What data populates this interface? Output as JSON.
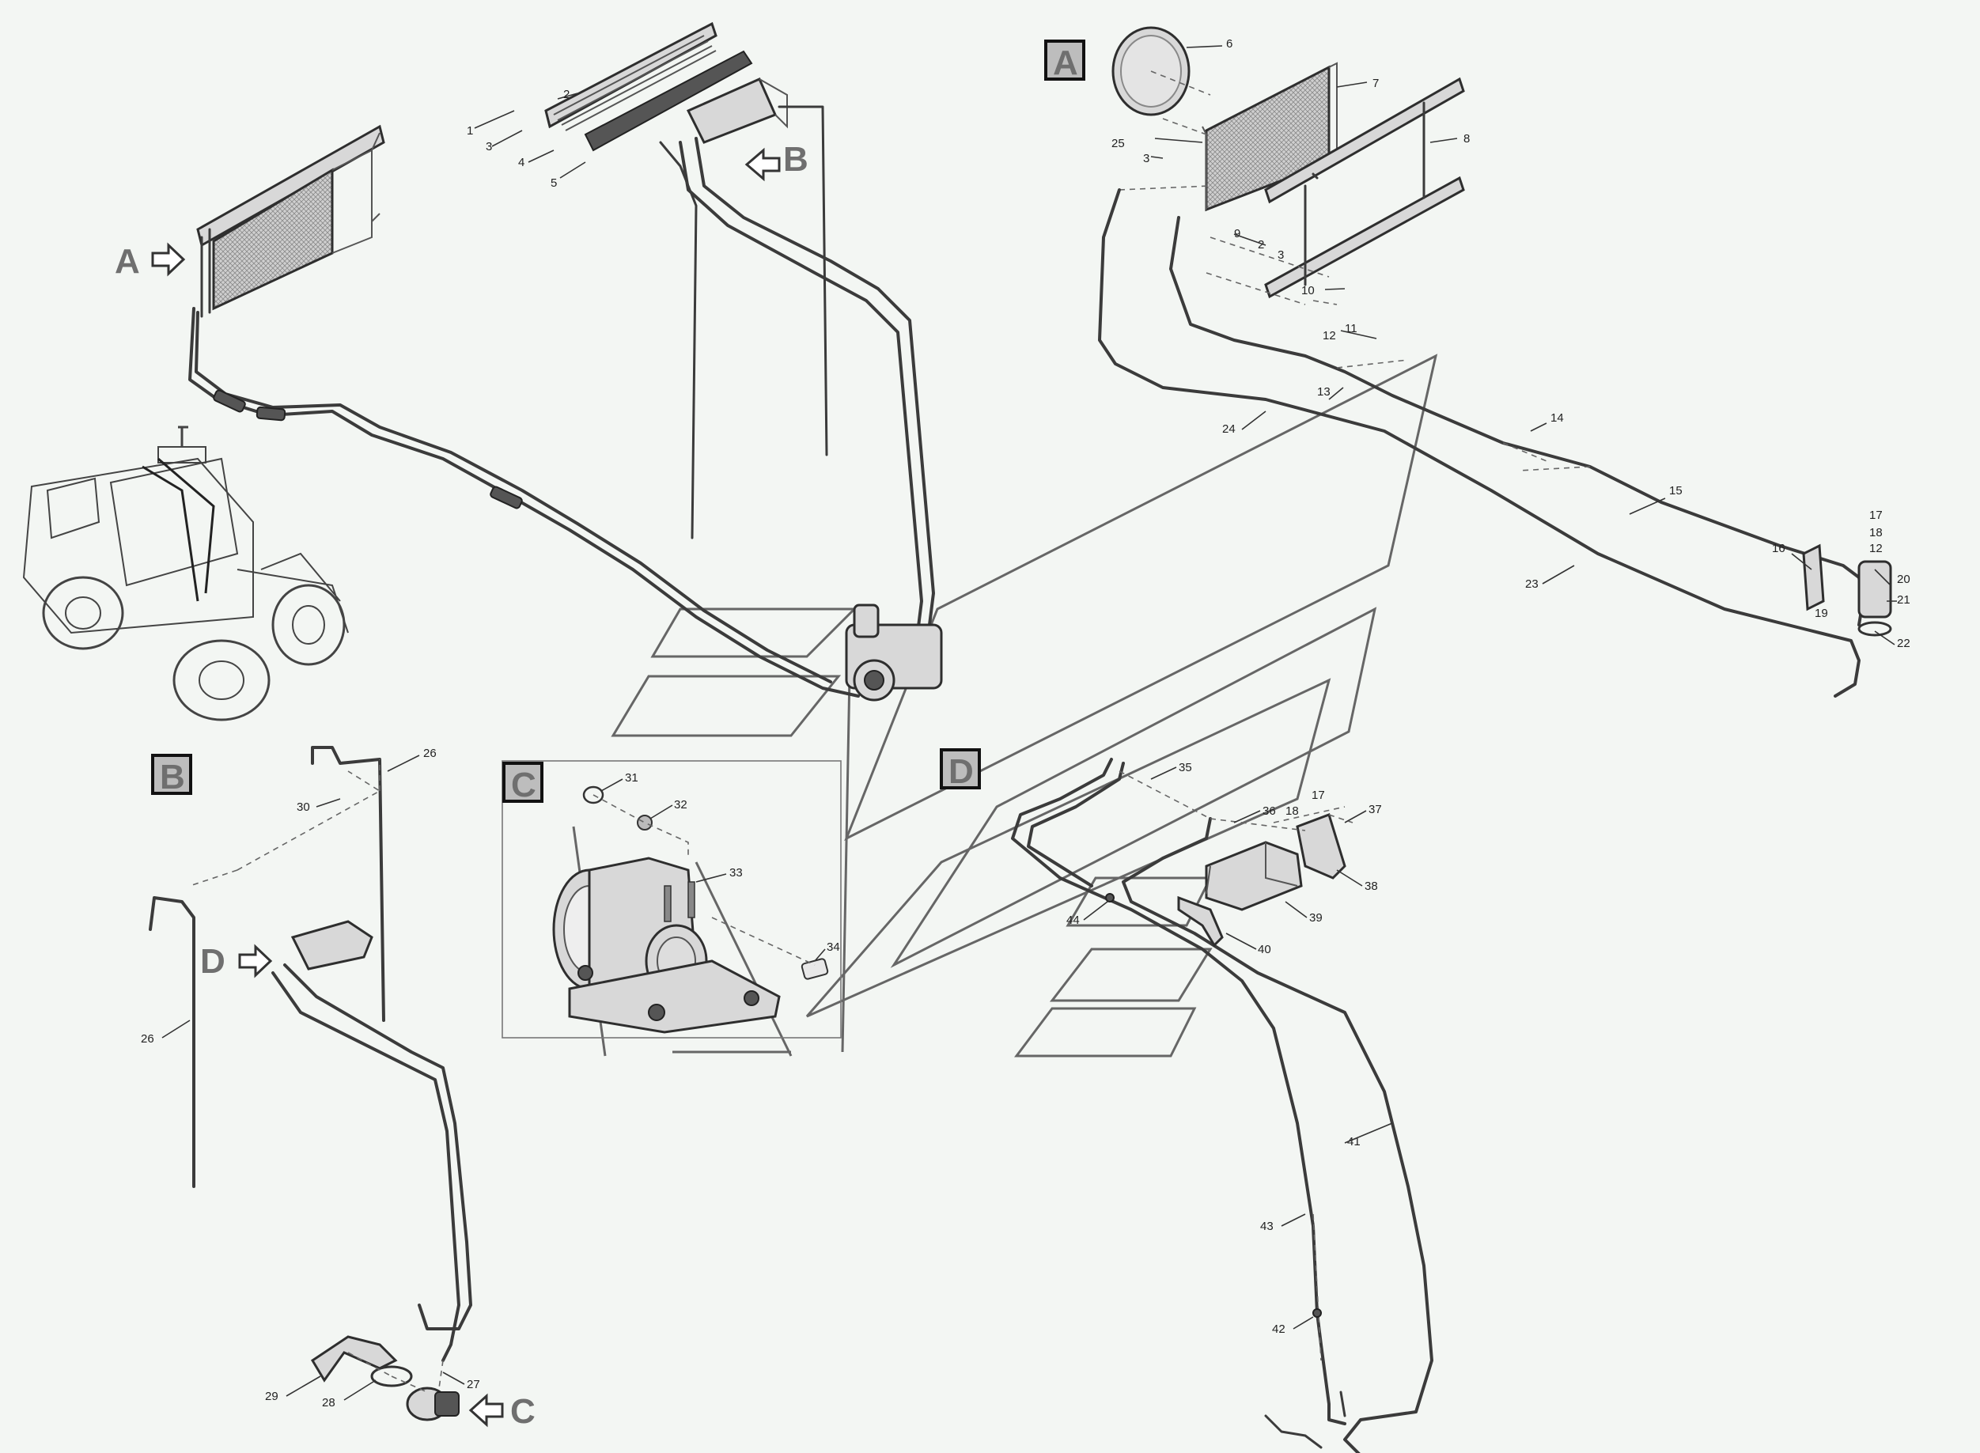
{
  "colors": {
    "background": "#f3f6f3",
    "line": "#3b3b3b",
    "callout_box": "#bdbdbd",
    "callout_letter": "#6f6f6f"
  },
  "section_labels": {
    "A": "A",
    "B": "B",
    "C": "C",
    "D": "D"
  },
  "part_numbers": {
    "n1": "1",
    "n2": "2",
    "n3": "3",
    "n4": "4",
    "n5": "5",
    "n6": "6",
    "n7": "7",
    "n8": "8",
    "n9": "9",
    "n10": "10",
    "n11": "11",
    "n12": "12",
    "n13": "13",
    "n14": "14",
    "n15": "15",
    "n16": "16",
    "n17": "17",
    "n18": "18",
    "n19": "19",
    "n20": "20",
    "n21": "21",
    "n22": "22",
    "n23": "23",
    "n24": "24",
    "n25": "25",
    "n26": "26",
    "n27": "27",
    "n28": "28",
    "n29": "29",
    "n30": "30",
    "n31": "31",
    "n32": "32",
    "n33": "33",
    "n34": "34",
    "n35": "35",
    "n36": "36",
    "n37": "37",
    "n38": "38",
    "n39": "39",
    "n40": "40",
    "n41": "41",
    "n42": "42",
    "n43": "43",
    "n44": "44"
  },
  "icons": {
    "arrow": "view-arrow-icon",
    "tractor": "tractor-icon",
    "radiator": "radiator-icon",
    "fan": "fan-icon",
    "compressor": "compressor-icon",
    "receiver": "receiver-drier-icon",
    "evaporator": "evaporator-icon"
  }
}
